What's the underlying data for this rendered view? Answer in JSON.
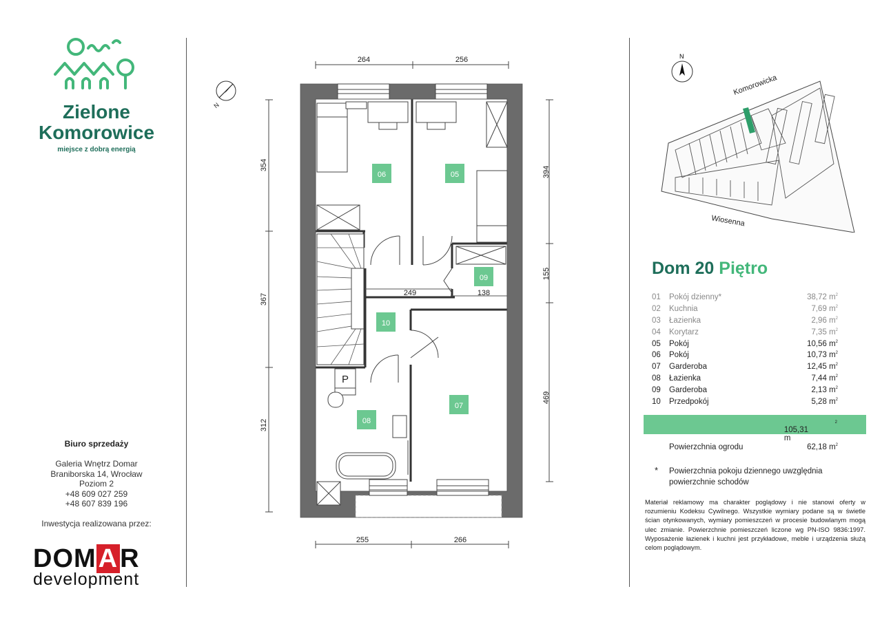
{
  "brand": {
    "name_line1": "Zielone",
    "name_line2": "Komorowice",
    "tagline": "miejsce z dobrą energią",
    "color": "#1e6e5a",
    "accent": "#43b77a"
  },
  "office": {
    "heading": "Biuro sprzedaży",
    "lines": [
      "Galeria Wnętrz Domar",
      "Braniborska 14, Wrocław",
      "Poziom 2",
      "+48 609 027 259",
      "+48 607 839 196"
    ],
    "investor_label": "Inwestycja realizowana przez:"
  },
  "developer": {
    "logo_pre": "DOM",
    "logo_red": "A",
    "logo_post": "R",
    "logo_sub": "development",
    "logo_red_color": "#d6202a"
  },
  "plan": {
    "dims_top": [
      "264",
      "256"
    ],
    "dims_bottom": [
      "255",
      "266"
    ],
    "dims_left": [
      "354",
      "367",
      "312"
    ],
    "dims_right": [
      "394",
      "155",
      "469"
    ],
    "dims_inner": [
      "249",
      "138"
    ],
    "room_tags": [
      "06",
      "05",
      "09",
      "10",
      "08",
      "07"
    ],
    "toilet_symbol": "P",
    "compass_letter": "N",
    "tag_color": "#6cc891"
  },
  "site_map": {
    "compass_letter": "N",
    "street_top": "Komorowicka",
    "street_bottom": "Wiosenna",
    "highlight_color": "#2e9e6a"
  },
  "summary": {
    "title_main": "Dom 20",
    "title_level": "Piętro",
    "rooms": [
      {
        "no": "01",
        "name": "Pokój dzienny*",
        "area": "38,72",
        "unit": "m",
        "exp": "2",
        "style": "dim"
      },
      {
        "no": "02",
        "name": "Kuchnia",
        "area": "7,69",
        "unit": "m",
        "exp": "2",
        "style": "dim"
      },
      {
        "no": "03",
        "name": "Łazienka",
        "area": "2,96",
        "unit": "m",
        "exp": "2",
        "style": "dim"
      },
      {
        "no": "04",
        "name": "Korytarz",
        "area": "7,35",
        "unit": "m",
        "exp": "2",
        "style": "dim"
      },
      {
        "no": "05",
        "name": "Pokój",
        "area": "10,56",
        "unit": "m",
        "exp": "2",
        "style": "bold"
      },
      {
        "no": "06",
        "name": "Pokój",
        "area": "10,73",
        "unit": "m",
        "exp": "2",
        "style": "bold"
      },
      {
        "no": "07",
        "name": "Garderoba",
        "area": "12,45",
        "unit": "m",
        "exp": "2",
        "style": "bold"
      },
      {
        "no": "08",
        "name": "Łazienka",
        "area": "7,44",
        "unit": "m",
        "exp": "2",
        "style": "bold"
      },
      {
        "no": "09",
        "name": "Garderoba",
        "area": "2,13",
        "unit": "m",
        "exp": "2",
        "style": "bold"
      },
      {
        "no": "10",
        "name": "Przedpokój",
        "area": "5,28",
        "unit": "m",
        "exp": "2",
        "style": "bold"
      }
    ],
    "total": "105,31 m",
    "total_exp": "2",
    "garden_label": "Powierzchnia ogrodu",
    "garden_area": "62,18 m",
    "garden_exp": "2",
    "note_star": "*",
    "note": "Powierzchnia pokoju dziennego uwzględnia powierzchnie schodów",
    "disclaimer": "Materiał reklamowy ma charakter poglądowy i nie stanowi oferty w rozumieniu Kodeksu Cywilnego. Wszystkie wymiary podane są w świetle ścian otynkowanych, wymiary pomieszczeń w procesie budowlanym mogą ulec zmianie. Powierzchnie pomieszczeń liczone wg PN-ISO 9836:1997. Wyposażenie łazienek i kuchni jest przykładowe, meble i urządzenia służą celom poglądowym."
  }
}
